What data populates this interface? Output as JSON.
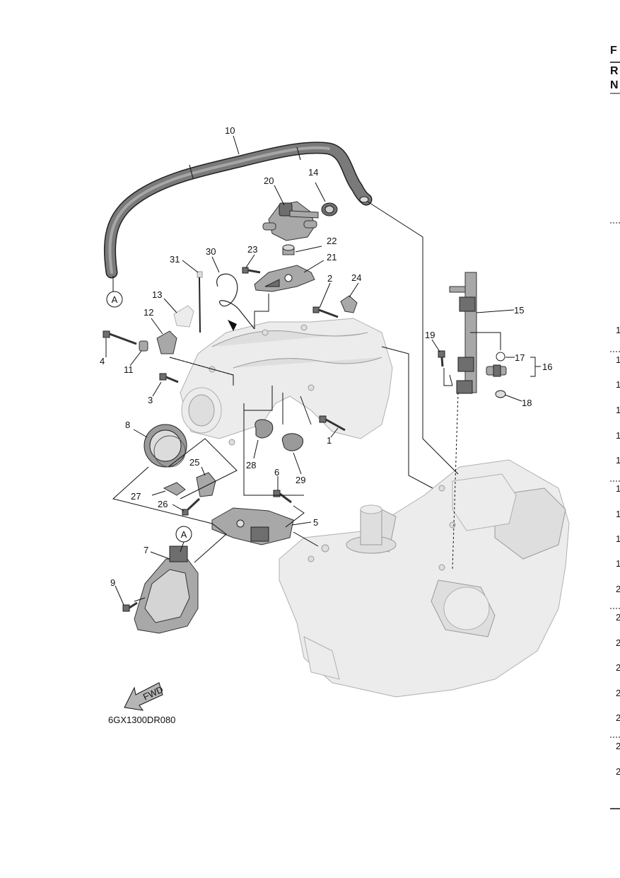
{
  "diagram": {
    "code": "6GX1300DR080",
    "fwd_label": "FWD",
    "circle_ref": "A",
    "callouts": [
      {
        "id": "c1",
        "text": "1"
      },
      {
        "id": "c2",
        "text": "2"
      },
      {
        "id": "c3",
        "text": "3"
      },
      {
        "id": "c4",
        "text": "4"
      },
      {
        "id": "c5",
        "text": "5"
      },
      {
        "id": "c6",
        "text": "6"
      },
      {
        "id": "c7",
        "text": "7"
      },
      {
        "id": "c8",
        "text": "8"
      },
      {
        "id": "c9",
        "text": "9"
      },
      {
        "id": "c10",
        "text": "10"
      },
      {
        "id": "c11",
        "text": "11"
      },
      {
        "id": "c12",
        "text": "12"
      },
      {
        "id": "c13",
        "text": "13"
      },
      {
        "id": "c14",
        "text": "14"
      },
      {
        "id": "c15",
        "text": "15"
      },
      {
        "id": "c16",
        "text": "16"
      },
      {
        "id": "c17",
        "text": "17"
      },
      {
        "id": "c18",
        "text": "18"
      },
      {
        "id": "c19",
        "text": "19"
      },
      {
        "id": "c20",
        "text": "20"
      },
      {
        "id": "c21",
        "text": "21"
      },
      {
        "id": "c22",
        "text": "22"
      },
      {
        "id": "c23",
        "text": "23"
      },
      {
        "id": "c24",
        "text": "24"
      },
      {
        "id": "c25",
        "text": "25"
      },
      {
        "id": "c26",
        "text": "26"
      },
      {
        "id": "c27",
        "text": "27"
      },
      {
        "id": "c28",
        "text": "28"
      },
      {
        "id": "c29",
        "text": "29"
      },
      {
        "id": "c30",
        "text": "30"
      },
      {
        "id": "c31",
        "text": "31"
      }
    ]
  },
  "right_edge": {
    "header_letters": [
      "F",
      "R",
      "N"
    ],
    "digits": [
      "1",
      "1",
      "1",
      "1",
      "1",
      "1",
      "1",
      "1",
      "1",
      "1",
      "2",
      "2",
      "2",
      "2",
      "2",
      "2",
      "2",
      "2"
    ]
  }
}
